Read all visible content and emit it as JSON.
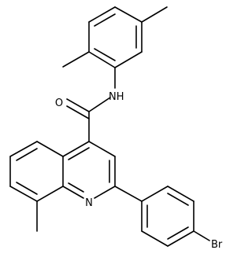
{
  "molecule": {
    "atoms": {
      "oxygen": "O",
      "amide_nh": "NH",
      "ring_nitrogen": "N",
      "bromine": "Br"
    }
  }
}
